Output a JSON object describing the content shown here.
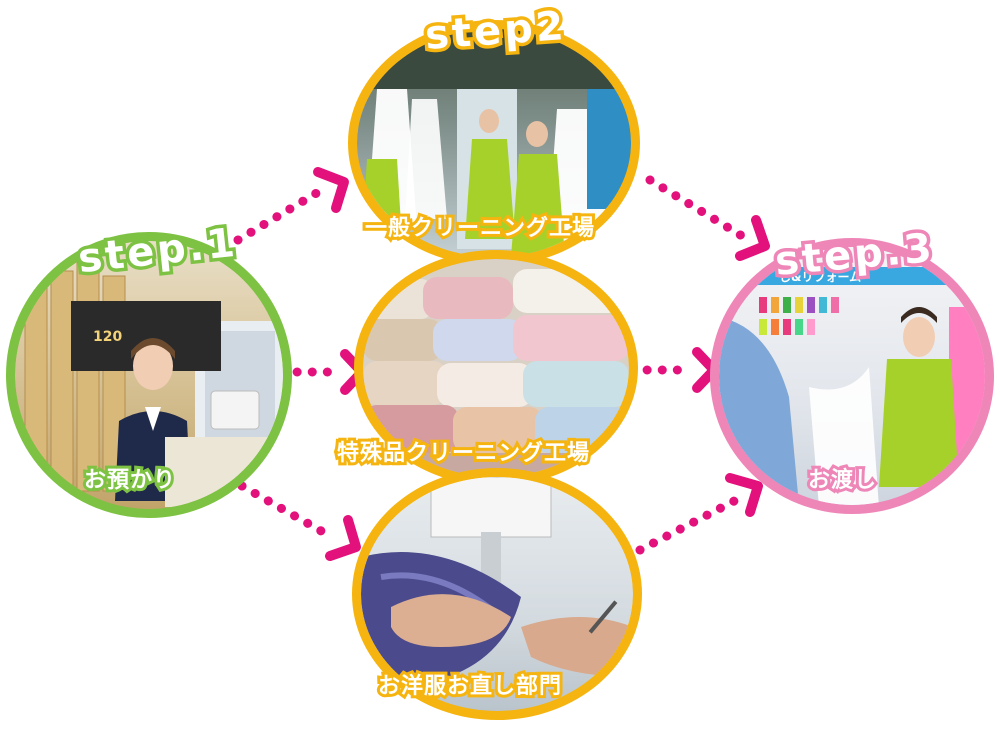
{
  "steps": {
    "step1": {
      "label": "step.1",
      "caption": "お預かり"
    },
    "step2": {
      "label": "step2"
    },
    "step3": {
      "label": "step.3",
      "caption": "お渡し"
    }
  },
  "workshops": {
    "general": "一般クリーニング工場",
    "special": "特殊品クリーニング工場",
    "alteration": "お洋服お直し部門"
  },
  "photo_text": {
    "menu_board_price": "120",
    "shop_sign": "し&リフォーム"
  },
  "colors": {
    "step1": "#7dc242",
    "step2": "#f5b40f",
    "step3": "#ee86b8",
    "arrow": "#e2117b"
  }
}
